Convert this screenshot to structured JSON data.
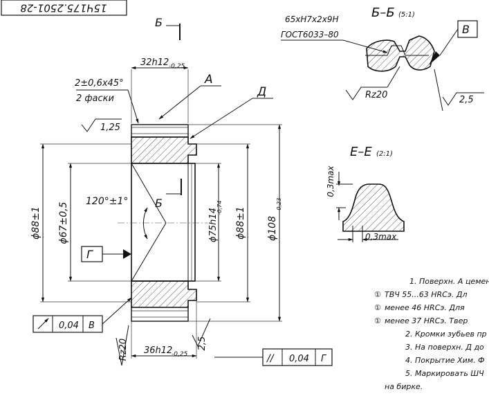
{
  "drawing": {
    "doc_number": "15Ч175.2501-28",
    "view_b_label": "Б",
    "section_bb": {
      "title": "Б–Б",
      "scale": "(5:1)"
    },
    "section_ee": {
      "title": "Е–Е",
      "scale": "(2:1)"
    },
    "spline_spec": "65хН7х2х9Н",
    "spline_standard": "ГОСТ6033–80",
    "base_v": "В",
    "base_g": "Г",
    "rz20_top": "Rz20",
    "rz20_left": "Rz20",
    "roughness_25_top": "2,5",
    "roughness_25_bottom": "2,5",
    "roughness_125": "1,25",
    "label_a": "А",
    "label_d": "Д",
    "dims": {
      "width_top": "32h12",
      "width_top_tol": "-0,25",
      "width_bottom": "36h12",
      "width_bottom_tol": "-0,25",
      "chamfer": "2±0,6х45°",
      "chamfer_note": "2 фаски",
      "angle": "120°±1°",
      "d88_left": "ϕ88±1",
      "d67": "ϕ67±0,5",
      "d75": "ϕ75h14",
      "d75_tol": "-0,74",
      "d88_right": "ϕ88±1",
      "d108": "ϕ108",
      "d108_tol": "-0,23",
      "ee_h": "0,3max",
      "ee_w": "0,3max"
    },
    "tolerance_runout": {
      "symbol": "↗",
      "value": "0,04",
      "base": "В"
    },
    "tolerance_parallel": {
      "symbol": "//",
      "value": "0,04",
      "base": "Г"
    },
    "notes": [
      {
        "marker": "",
        "text": "1. Поверхн. А цемен"
      },
      {
        "marker": "①",
        "text": "ТВЧ 55...63 HRCэ. Дл"
      },
      {
        "marker": "①",
        "text": "менее 46 HRCэ. Для"
      },
      {
        "marker": "①",
        "text": "менее 37 HRCэ. Твер"
      },
      {
        "marker": "",
        "text": "2. Кромки зубьев пр"
      },
      {
        "marker": "",
        "text": "3. На поверхн. Д до"
      },
      {
        "marker": "",
        "text": "4. Покрытие Хим. Ф"
      },
      {
        "marker": "",
        "text": "5. Маркировать ШЧ"
      },
      {
        "marker": "",
        "text": "на бирке."
      }
    ]
  }
}
